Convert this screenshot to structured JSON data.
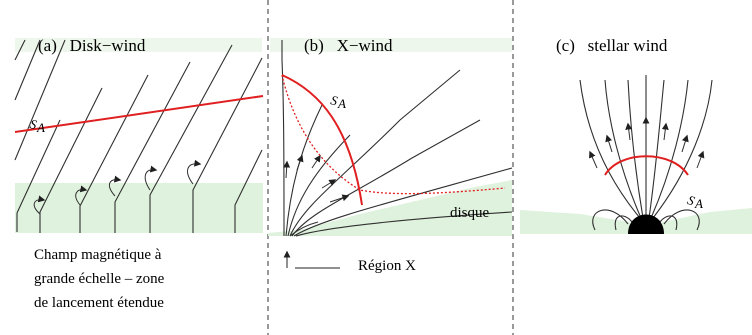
{
  "panels": {
    "a": {
      "tag": "(a)",
      "title": "Disk−wind"
    },
    "b": {
      "tag": "(b)",
      "title": "X−wind"
    },
    "c": {
      "tag": "(c)",
      "title": "stellar wind"
    }
  },
  "surface_label": "SA",
  "disk_label": "disque",
  "region_label": "Région X",
  "caption_lines": [
    "Champ magnétique à",
    "grande échelle – zone",
    "de lancement étendue"
  ],
  "colors": {
    "disk_fill": "#dff2dd",
    "surface_line": "#e02020",
    "field_line": "#303030"
  }
}
